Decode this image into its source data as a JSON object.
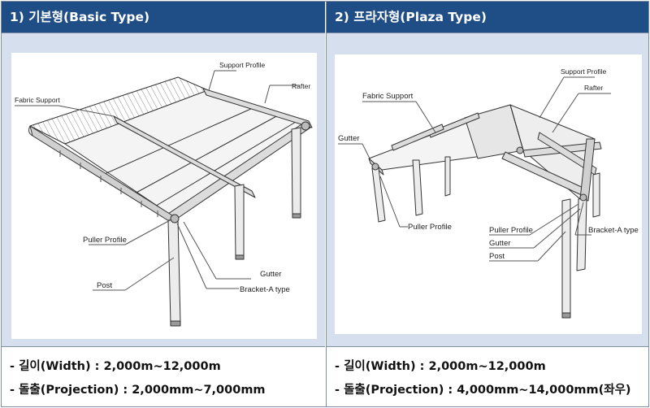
{
  "basic": {
    "header": "1) 기본형(Basic Type)",
    "labels": {
      "support_profile": "Support Profile",
      "rafter": "Rafter",
      "fabric_support": "Fabric Support",
      "puller_profile": "Puller Profile",
      "post": "Post",
      "gutter": "Gutter",
      "bracket": "Bracket-A type"
    },
    "specs": [
      "- 길이(Width) : 2,000m~12,000m",
      "- 돌출(Projection) : 2,000mm~7,000mm"
    ]
  },
  "plaza": {
    "header": "2) 프라자형(Plaza Type)",
    "labels": {
      "support_profile": "Support Profile",
      "rafter": "Rafter",
      "fabric_support": "Fabric Support",
      "gutter_left": "Gutter",
      "puller_profile_left": "Puller Profile",
      "puller_profile_right": "Puller Profile",
      "gutter_right": "Gutter",
      "post": "Post",
      "bracket": "Bracket-A type"
    },
    "specs": [
      "- 길이(Width) : 2,000m~12,000m",
      "- 돌출(Projection) : 4,000mm~14,000mm(좌우)"
    ]
  }
}
